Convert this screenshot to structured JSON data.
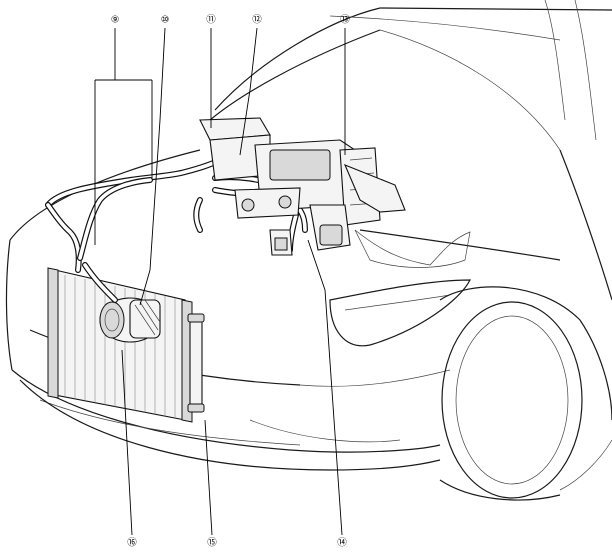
{
  "callouts": [
    {
      "id": "c9",
      "label": "⑨"
    },
    {
      "id": "c10",
      "label": "⑩"
    },
    {
      "id": "c11",
      "label": "⑪"
    },
    {
      "id": "c12",
      "label": "⑫"
    },
    {
      "id": "c13",
      "label": "⑬"
    },
    {
      "id": "c14",
      "label": "⑭"
    },
    {
      "id": "c15",
      "label": "⑮"
    },
    {
      "id": "c16",
      "label": "⑯"
    }
  ],
  "colors": {
    "line": "#111111",
    "background": "#ffffff"
  }
}
